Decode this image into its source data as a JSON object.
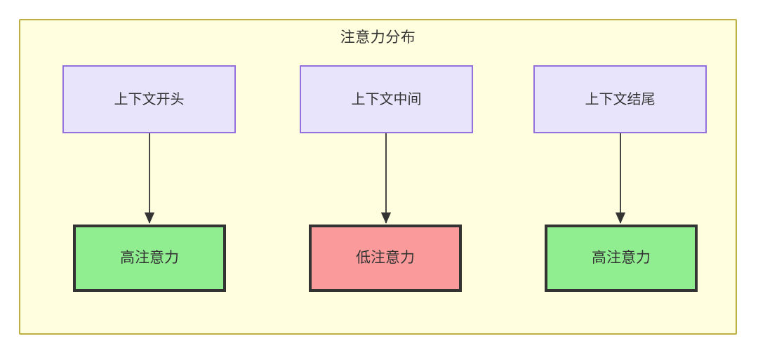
{
  "diagram": {
    "title": "注意力分布",
    "background_color": "#ffffe0",
    "border_color": "#bdb043",
    "text_color": "#333333",
    "source_nodes": [
      {
        "id": "context-start",
        "label": "上下文开头",
        "fill": "#e8e4fb",
        "border": "#9370db"
      },
      {
        "id": "context-middle",
        "label": "上下文中间",
        "fill": "#e8e4fb",
        "border": "#9370db"
      },
      {
        "id": "context-end",
        "label": "上下文结尾",
        "fill": "#e8e4fb",
        "border": "#9370db"
      }
    ],
    "outcome_nodes": [
      {
        "id": "high-attention-start",
        "label": "高注意力",
        "fill": "#90ee90",
        "border": "#333333",
        "level": "high"
      },
      {
        "id": "low-attention-middle",
        "label": "低注意力",
        "fill": "#fa9a9a",
        "border": "#333333",
        "level": "low"
      },
      {
        "id": "high-attention-end",
        "label": "高注意力",
        "fill": "#90ee90",
        "border": "#333333",
        "level": "high"
      }
    ],
    "edges": [
      {
        "from": "context-start",
        "to": "high-attention-start",
        "label": ""
      },
      {
        "from": "context-middle",
        "to": "low-attention-middle",
        "label": ""
      },
      {
        "from": "context-end",
        "to": "high-attention-end",
        "label": ""
      }
    ]
  }
}
